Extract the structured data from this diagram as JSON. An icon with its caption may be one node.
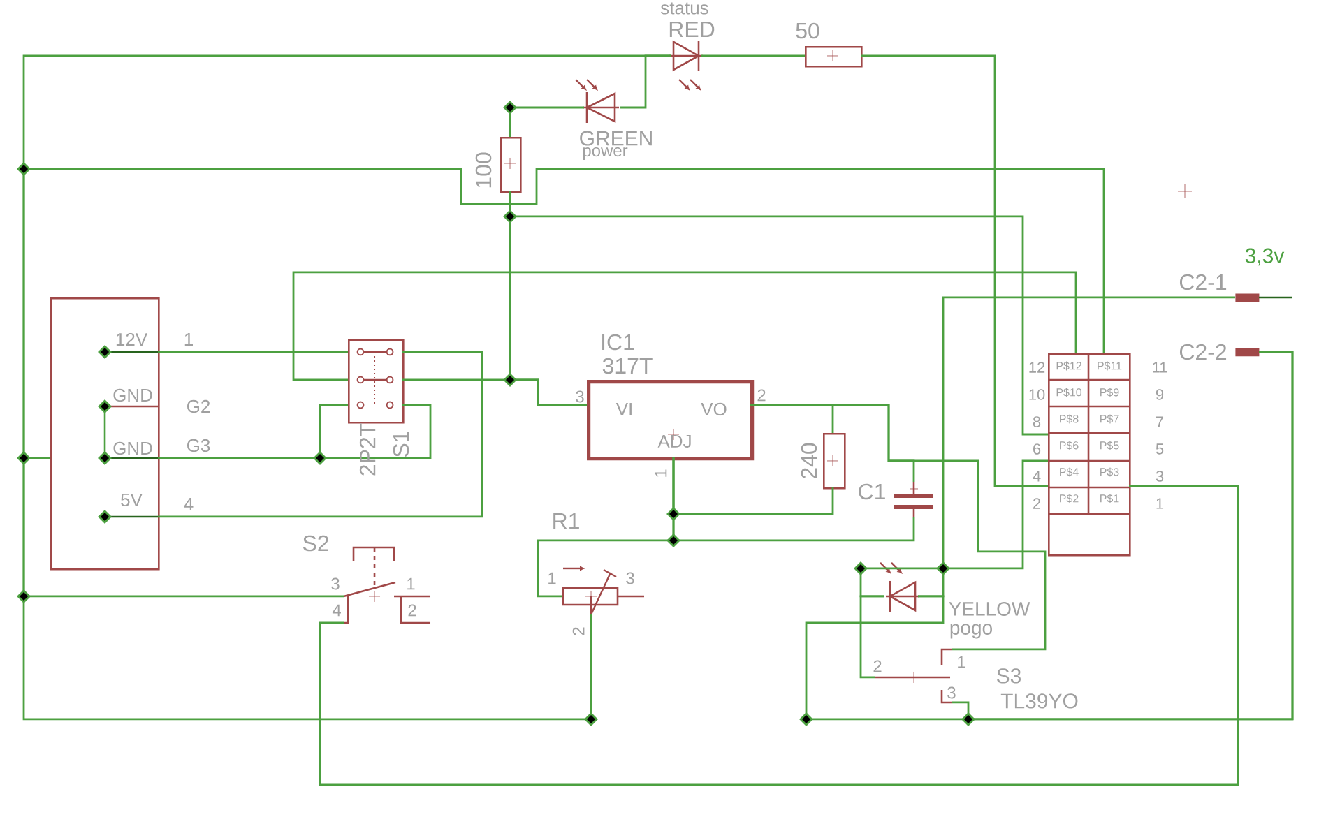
{
  "diagram": {
    "nodes": [
      {
        "text": [
          "12V",
          "GND",
          "GND",
          "5V"
        ]
      },
      {
        "text": [
          "2P2T",
          "S1"
        ]
      },
      {
        "text": [
          "IC1",
          "317T",
          "VI",
          "VO",
          "ADJ"
        ]
      },
      {
        "text": [
          "GREEN",
          "power"
        ]
      },
      {
        "text": [
          "status",
          "RED"
        ]
      },
      {
        "text": [
          "100"
        ]
      },
      {
        "text": [
          "50"
        ]
      },
      {
        "text": [
          "240"
        ]
      },
      {
        "text": [
          "C1"
        ]
      },
      {
        "text": [
          "R1"
        ]
      },
      {
        "text": [
          "S2"
        ]
      },
      {
        "text": [
          "YELLOW",
          "pogo"
        ]
      },
      {
        "text": [
          "S3",
          "TL39YO"
        ]
      },
      {
        "text": [
          "P$12",
          "P$11",
          "P$10",
          "P$9",
          "P$8",
          "P$7",
          "P$6",
          "P$5",
          "P$4",
          "P$3",
          "P$2",
          "P$1"
        ]
      },
      {
        "text": [
          "C2-1"
        ],
        "beside": [
          "3,3v"
        ]
      },
      {
        "text": [
          "C2-2"
        ]
      }
    ],
    "edges": [
      {
        "from": 4,
        "to": 0,
        "arrow": "none"
      },
      {
        "from": 3,
        "to": 4,
        "arrow": "none"
      },
      {
        "from": 3,
        "to": 5,
        "arrow": "none"
      },
      {
        "from": 4,
        "to": 6,
        "arrow": "none"
      },
      {
        "from": 6,
        "to": 13,
        "arrow": "none"
      },
      {
        "from": 0,
        "to": 13,
        "arrow": "none"
      },
      {
        "from": 5,
        "to": 13,
        "arrow": "none"
      },
      {
        "from": 5,
        "to": 2,
        "arrow": "none"
      },
      {
        "from": 1,
        "to": 2,
        "arrow": "none"
      },
      {
        "from": 1,
        "to": 13,
        "arrow": "none"
      },
      {
        "from": 0,
        "to": 1,
        "arrow": "none"
      },
      {
        "from": 1,
        "to": 0,
        "arrow": "none"
      },
      {
        "from": 1,
        "to": 0,
        "arrow": "none"
      },
      {
        "from": 1,
        "to": 0,
        "arrow": "none"
      },
      {
        "from": 2,
        "to": 7,
        "arrow": "none"
      },
      {
        "from": 2,
        "to": 8,
        "arrow": "none"
      },
      {
        "from": 2,
        "to": 12,
        "arrow": "none"
      },
      {
        "from": 2,
        "to": 7,
        "arrow": "none"
      },
      {
        "from": 2,
        "to": 8,
        "arrow": "none"
      },
      {
        "from": 2,
        "to": 9,
        "arrow": "none"
      },
      {
        "from": 9,
        "to": 0,
        "arrow": "none"
      },
      {
        "from": 10,
        "to": 0,
        "arrow": "none"
      },
      {
        "from": 10,
        "to": 13,
        "arrow": "none"
      },
      {
        "from": 11,
        "to": 13,
        "arrow": "none"
      },
      {
        "from": 11,
        "to": 14,
        "arrow": "none"
      },
      {
        "from": 11,
        "to": 12,
        "arrow": "none"
      },
      {
        "from": 11,
        "to": 15,
        "arrow": "none"
      },
      {
        "from": 12,
        "to": 15,
        "arrow": "none"
      }
    ],
    "labels": [
      "1",
      "G2",
      "G3",
      "4",
      "3",
      "2",
      "1",
      "12",
      "11",
      "10",
      "9",
      "8",
      "7",
      "6",
      "5",
      "4",
      "3",
      "2",
      "1",
      "1",
      "3",
      "2",
      "3",
      "1",
      "4",
      "2",
      "2",
      "1",
      "3"
    ]
  }
}
